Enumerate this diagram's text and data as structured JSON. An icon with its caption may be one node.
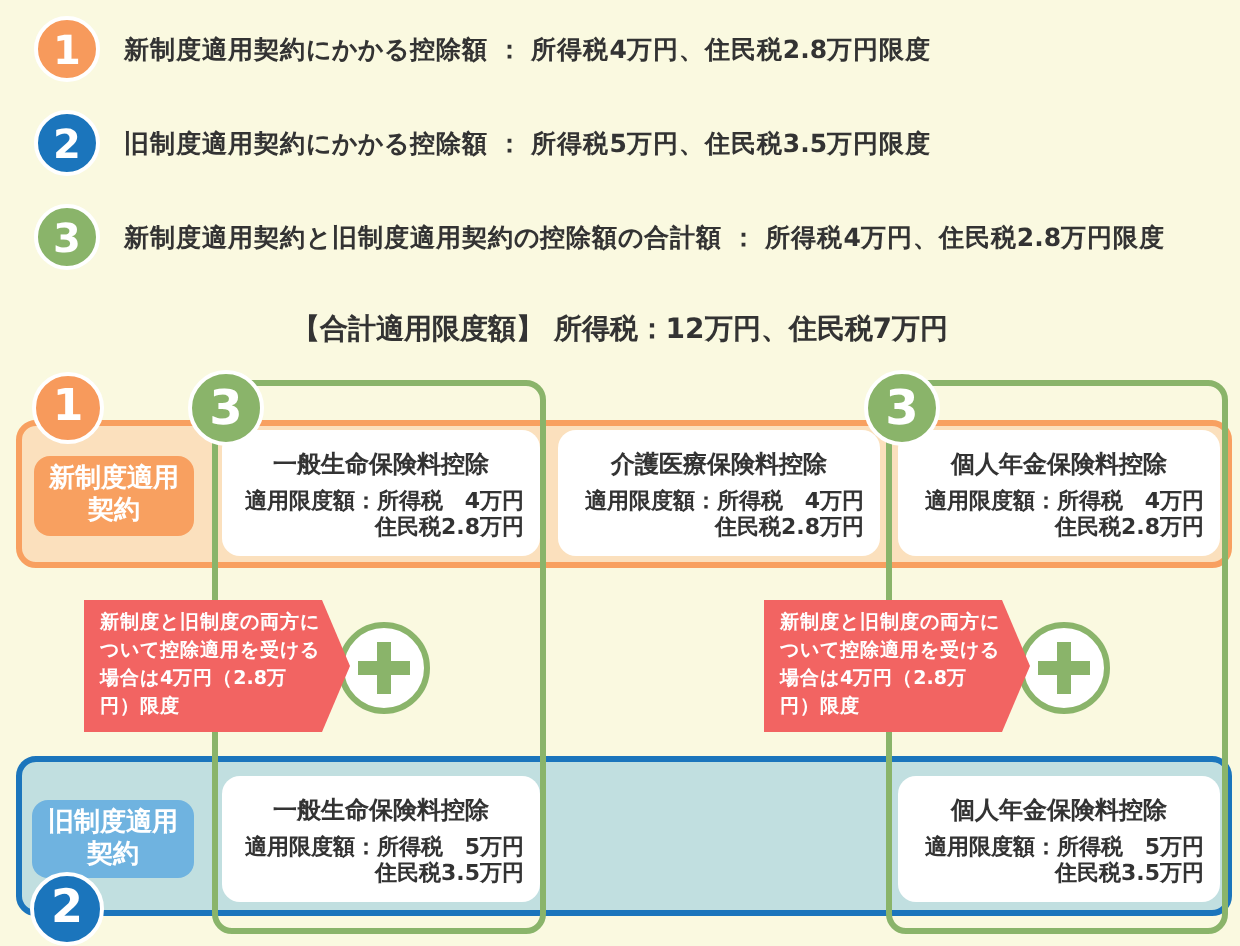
{
  "diagram": {
    "nodes": [
      {
        "text": [
          "1"
        ],
        "beside": [
          "新制度適用契約にかかる控除額 ： 所得税4万円、住民税2.8万円限度"
        ]
      },
      {
        "text": [
          "2"
        ],
        "beside": [
          "旧制度適用契約にかかる控除額 ： 所得税5万円、住民税3.5万円限度"
        ]
      },
      {
        "text": [
          "3"
        ],
        "beside": [
          "新制度適用契約と旧制度適用契約の控除額の合計額 ： 所得税4万円、住民税2.8万円限度"
        ]
      },
      {
        "text": [],
        "shape": "box"
      },
      {
        "text": [
          "1"
        ]
      },
      {
        "text": [
          "新制度適用契約"
        ],
        "in": 3
      },
      {
        "text": [],
        "shape": "box"
      },
      {
        "text": [
          "3"
        ]
      },
      {
        "text": [
          "一般生命保険料控除",
          "適用限度額：所得税　4万円",
          "住民税2.8万円"
        ]
      },
      {
        "text": [
          "介護医療保険料控除",
          "適用限度額：所得税　4万円",
          "住民税2.8万円"
        ],
        "in": 3
      },
      {
        "text": [],
        "shape": "box"
      },
      {
        "text": [
          "3"
        ]
      },
      {
        "text": [
          "個人年金保険料控除",
          "適用限度額：所得税　4万円",
          "住民税2.8万円"
        ]
      },
      {
        "text": [
          "新制度と旧制度の両方について控除適用を受ける場合は4万円（2.8万円）限度"
        ]
      },
      {
        "text": [],
        "shape": "circle",
        "in": 6
      },
      {
        "text": [
          "新制度と旧制度の両方について控除適用を受ける場合は4万円（2.8万円）限度"
        ]
      },
      {
        "text": [],
        "shape": "circle",
        "in": 10
      },
      {
        "text": [],
        "shape": "box"
      },
      {
        "text": [
          "旧制度適用契約"
        ],
        "in": 17
      },
      {
        "text": [
          "2"
        ]
      },
      {
        "text": [
          "一般生命保険料控除",
          "適用限度額：所得税　5万円",
          "住民税3.5万円"
        ]
      },
      {
        "text": [
          "個人年金保険料控除",
          "適用限度額：所得税　5万円",
          "住民税3.5万円"
        ]
      }
    ],
    "labels": [
      "【合計適用限度額】 所得税：12万円、住民税7万円"
    ]
  }
}
